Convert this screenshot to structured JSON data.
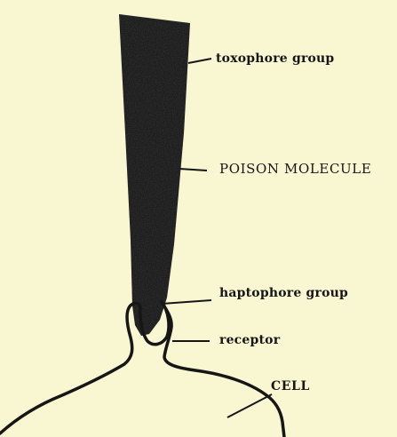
{
  "labels": {
    "toxophore": "toxophore group",
    "poison": "POISON MOLECULE",
    "haptophore": "haptophore group",
    "receptor": "receptor",
    "cell": "CELL"
  },
  "colors": {
    "paper": "#f9f6d2",
    "ink": "#161616"
  }
}
